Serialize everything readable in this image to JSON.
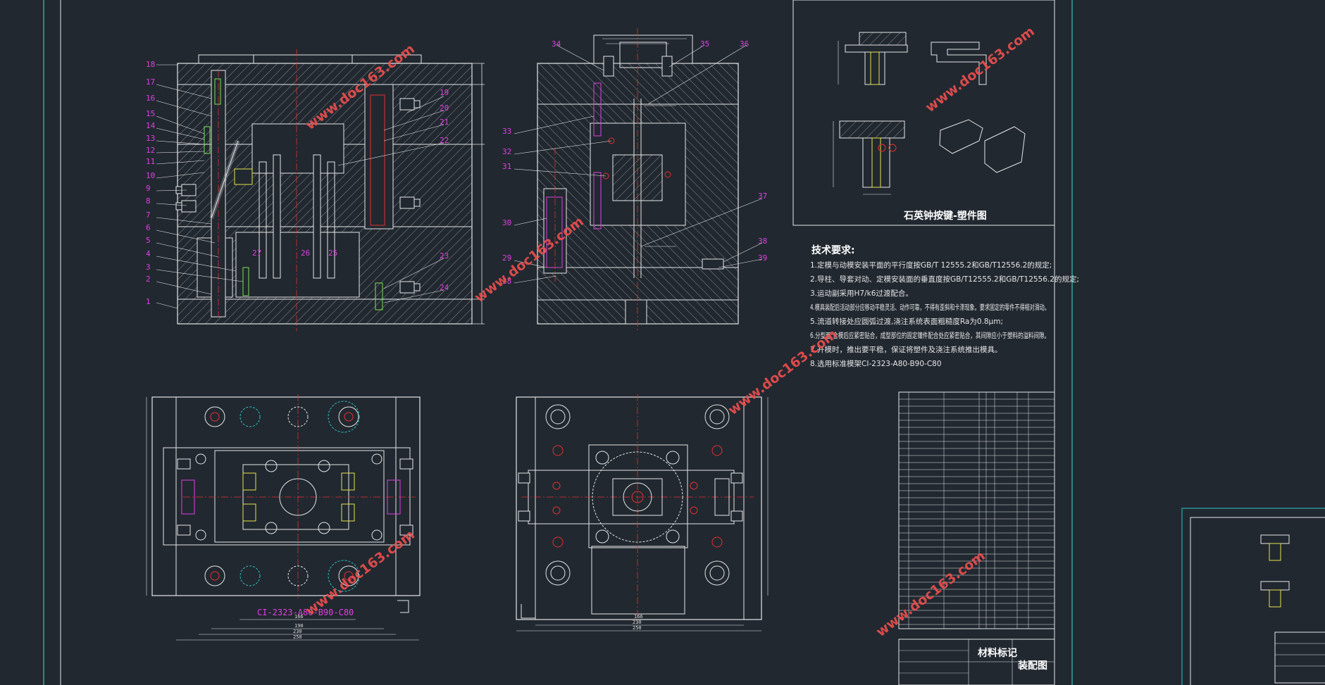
{
  "drawing": {
    "colors": {
      "background": "#212830",
      "line": "#e6e6e6",
      "border": "#2fc4c4",
      "center": "#e33030",
      "label": "#e040e0",
      "watermark": "#ef4f4f",
      "part": "#7fe05a",
      "yellow": "#e8e24a"
    },
    "watermark": "www.doc163.com",
    "views": {
      "section_a_labels": [
        "18",
        "17",
        "16",
        "15",
        "14",
        "13",
        "12",
        "11",
        "10",
        "9",
        "8",
        "7",
        "6",
        "5",
        "4",
        "3",
        "2",
        "1"
      ],
      "section_a_right_labels": [
        "19",
        "20",
        "21",
        "22",
        "23",
        "24"
      ],
      "section_a_bottom_labels": [
        "27",
        "26",
        "25"
      ],
      "section_b_left_labels": [
        "34",
        "33",
        "32",
        "31",
        "30",
        "29",
        "28"
      ],
      "section_b_right_labels": [
        "35",
        "36",
        "37",
        "38",
        "39"
      ],
      "plan_a_caption": "CI-2323-A80-B90-C80",
      "plan_b_dims": [
        "166",
        "230",
        "250"
      ]
    },
    "part_view": {
      "caption": "石英钟按键-塑件图"
    },
    "tech": {
      "heading": "技术要求:",
      "items": [
        "1.定模与动模安装平面的平行度按GB/T 12555.2和GB/T12556.2的规定;",
        "2.导柱、导套对动、定模安装面的垂直度按GB/T12555.2和GB/T12556.2的规定;",
        "3.运动副采用H7/k6过渡配合。",
        "4.模具装配后活动部分应移动平稳灵活、动作可靠，不得有歪斜和卡滞现象。要求固定的零件不得相对滑动。",
        "5.流道转接处应圆弧过渡,浇注系统表面粗糙度Ra为0.8μm;",
        "6.分型面:合模后应紧密贴合，成型部位的固定镶件配合处应紧密贴合，其间隙应小于塑料的溢料间隙。",
        "7.开模时，推出要平稳，保证将塑件及浇注系统推出模具。",
        "8.选用标准模架CI-2323-A80-B90-C80"
      ]
    },
    "bom": {
      "title": "装配图"
    }
  }
}
